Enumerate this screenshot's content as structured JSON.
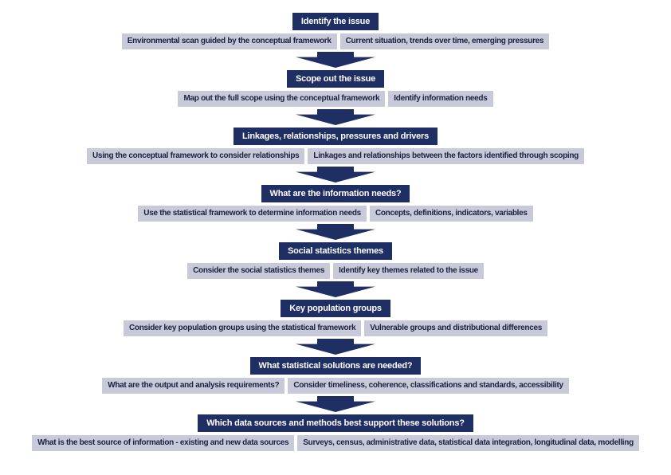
{
  "colors": {
    "navy": "#1f2e63",
    "lavender": "#c9cad9",
    "detail_text": "#1c1f40",
    "header_text": "#ffffff",
    "background": "#ffffff"
  },
  "icons": {
    "flow_arrow": "down-arrow"
  },
  "steps": [
    {
      "title": "Identify the issue",
      "left": "Environmental scan guided by the conceptual framework",
      "right": "Current situation, trends over time, emerging pressures"
    },
    {
      "title": "Scope out the issue",
      "left": "Map out the full scope using the conceptual framework",
      "right": "Identify information needs"
    },
    {
      "title": "Linkages, relationships, pressures and drivers",
      "left": "Using the conceptual framework to consider relationships",
      "right": "Linkages and relationships between the factors identified through scoping"
    },
    {
      "title": "What are the information needs?",
      "left": "Use the statistical framework to determine information needs",
      "right": "Concepts, definitions, indicators, variables"
    },
    {
      "title": "Social statistics themes",
      "left": "Consider the social statistics themes",
      "right": "Identify key themes related to the issue"
    },
    {
      "title": "Key population groups",
      "left": "Consider key population groups using the statistical framework",
      "right": "Vulnerable groups and distributional differences"
    },
    {
      "title": "What statistical solutions are needed?",
      "left": "What are the output and analysis requirements?",
      "right": "Consider timeliness, coherence, classifications and standards, accessibility"
    },
    {
      "title": "Which data sources and methods best support these solutions?",
      "left": "What is the best source of information - existing and new data sources",
      "right": "Surveys, census, administrative data, statistical data integration, longitudinal data, modelling"
    }
  ]
}
